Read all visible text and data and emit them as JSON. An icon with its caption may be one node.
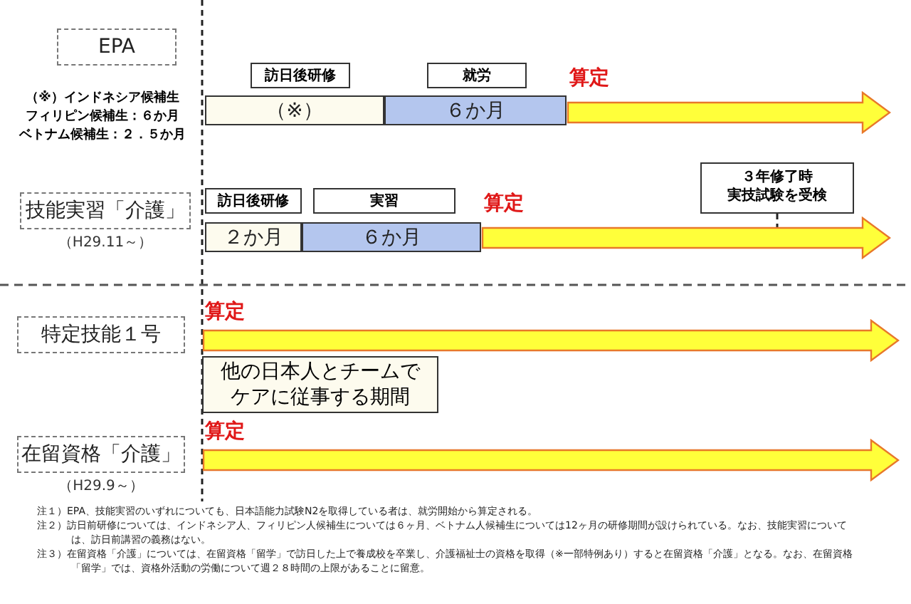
{
  "diagram": {
    "nodes": [
      {
        "text": [
          "EPA"
        ]
      },
      {
        "text": [
          "技能実習「介護」"
        ],
        "beside": [
          "（H29.11～）"
        ]
      },
      {
        "text": [
          "特定技能１号"
        ]
      },
      {
        "text": [
          "在留資格「介護」"
        ],
        "beside": [
          "（H29.9～）"
        ]
      },
      {
        "text": [
          "訪日後研修",
          "（※）"
        ]
      },
      {
        "text": [
          "就労",
          "６か月"
        ]
      },
      {
        "text": [
          "算定"
        ]
      },
      {
        "text": [
          "訪日後研修",
          "２か月"
        ]
      },
      {
        "text": [
          "実習",
          "６か月"
        ]
      },
      {
        "text": [
          "算定"
        ]
      },
      {
        "text": [
          "３年修了時実技試験を受検"
        ]
      },
      {
        "text": [
          "算定"
        ]
      },
      {
        "text": [
          "他の日本人とチームでケアに従事する期間"
        ]
      },
      {
        "text": [
          "算定"
        ]
      }
    ],
    "edges": [
      {
        "from": 10,
        "to": 9,
        "arrow": "none",
        "style": "dashed"
      }
    ],
    "labels": [
      "（※）インドネシア候補生",
      "フィリピン候補生：６か月",
      "ベトナム候補生：２．５か月",
      "注１）EPA、技能実習のいずれについても、日本語能力試験N2を取得している者は、就労開始から算定される。",
      "注２）訪日前研修については、インドネシア人、フィリピン人候補生については６ヶ月、ベトナム人候補生については12ヶ月の研修期間が設けられている。なお、技能実習については、訪日前講習の義務はない。",
      "注３）在留資格「介護」については、在留資格「留学」で訪日した上で養成校を卒業し、介護福祉士の資格を取得（※一部特例あり）すると在留資格「介護」となる。なお、在留資格「留学」では、資格外活動の労働について週２８時間の上限があることに留意。"
    ]
  }
}
